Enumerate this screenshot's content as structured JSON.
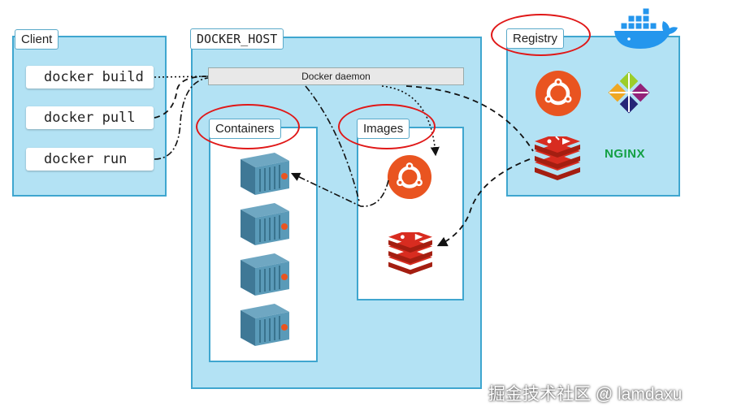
{
  "client": {
    "label": "Client",
    "commands": [
      "docker build",
      "docker pull",
      "docker run"
    ]
  },
  "host": {
    "label": "DOCKER_HOST",
    "daemon_label": "Docker daemon",
    "containers_label": "Containers",
    "images_label": "Images"
  },
  "registry": {
    "label": "Registry",
    "nginx_text": "NGINX"
  },
  "watermark": "掘金技术社区 @ lamdaxu",
  "colors": {
    "panel_fill": "#b3e2f4",
    "panel_border": "#3fa6cf",
    "highlight_ring": "#e01818",
    "ubuntu_orange": "#e95420",
    "redis_red": "#d82c20",
    "nginx_green": "#13a043",
    "docker_blue": "#2496ed"
  },
  "icons": [
    "docker-whale-icon",
    "ubuntu-icon",
    "redis-icon",
    "centos-icon",
    "nginx-logo",
    "container-icon"
  ]
}
